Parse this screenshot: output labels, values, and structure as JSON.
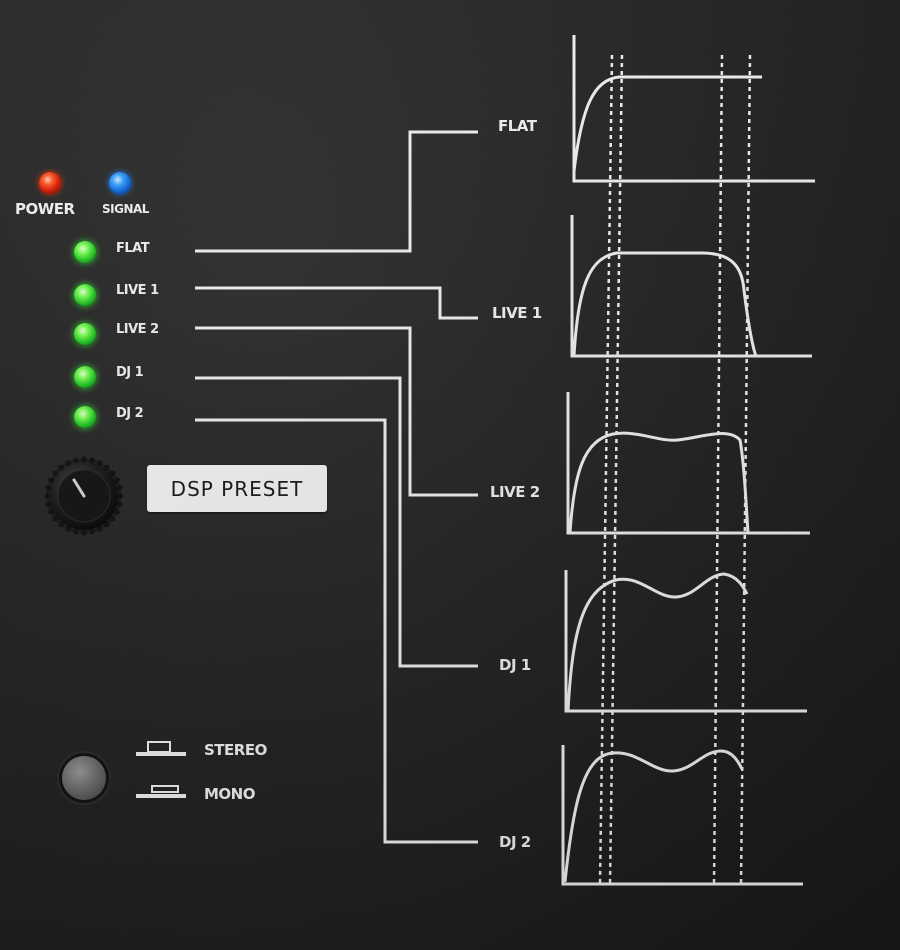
{
  "indicators": {
    "power": {
      "label": "POWER",
      "color": "#ff3a10"
    },
    "signal": {
      "label": "SIGNAL",
      "color": "#2a8cff"
    }
  },
  "presets": [
    {
      "id": "flat",
      "label": "FLAT",
      "chart_label": "FLAT",
      "led_color": "#38e038",
      "active": true
    },
    {
      "id": "live1",
      "label": "LIVE 1",
      "chart_label": "LIVE 1",
      "led_color": "#38e038",
      "active": true
    },
    {
      "id": "live2",
      "label": "LIVE 2",
      "chart_label": "LIVE 2",
      "led_color": "#38e038",
      "active": true
    },
    {
      "id": "dj1",
      "label": "DJ 1",
      "chart_label": "DJ 1",
      "led_color": "#38e038",
      "active": true
    },
    {
      "id": "dj2",
      "label": "DJ 2",
      "chart_label": "DJ 2",
      "led_color": "#38e038",
      "active": true
    }
  ],
  "dsp": {
    "label": "DSP PRESET"
  },
  "mode": {
    "stereo_label": "STEREO",
    "mono_label": "MONO"
  },
  "theme": {
    "panel": "#262626",
    "print": "#f2f2f2"
  }
}
